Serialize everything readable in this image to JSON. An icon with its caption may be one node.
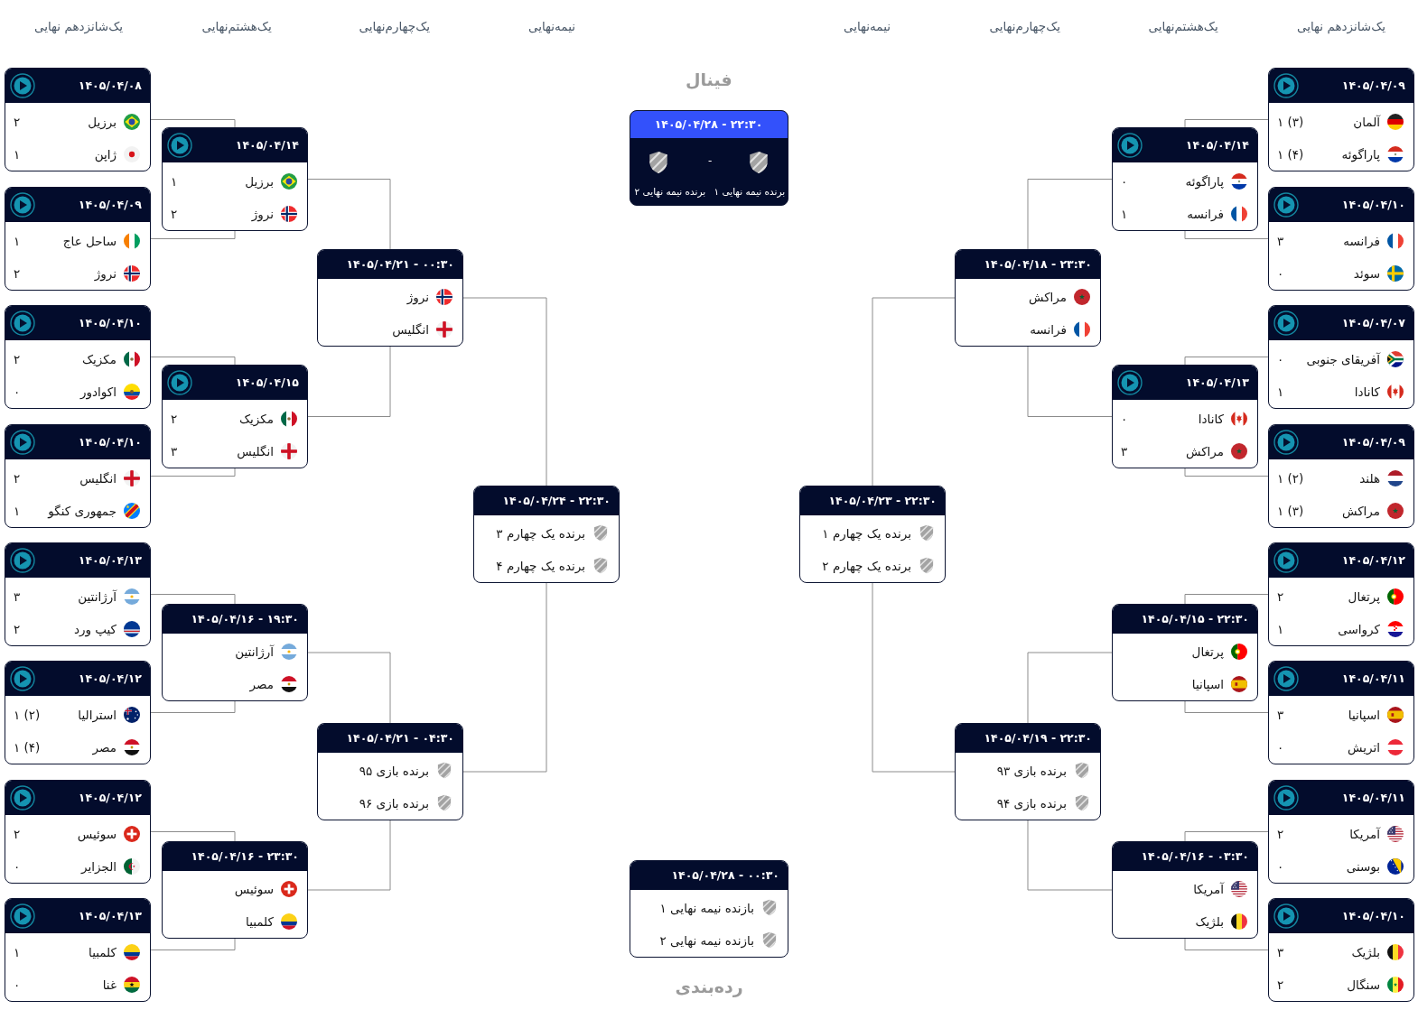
{
  "diagram": {
    "nodes": [
      {
        "text": [
          "۱۴۰۵/۰۴/۰۹",
          "آلمان",
          "۱ (۳)",
          "پاراگوئه",
          "۱ (۴)"
        ]
      },
      {
        "text": [
          "۱۴۰۵/۰۴/۱۰",
          "فرانسه",
          "۳",
          "سوئد",
          "۰"
        ]
      },
      {
        "text": [
          "۱۴۰۵/۰۴/۰۷",
          "آفریقای جنوبی",
          "۰",
          "کانادا",
          "۱"
        ]
      },
      {
        "text": [
          "۱۴۰۵/۰۴/۰۹",
          "هلند",
          "۱ (۲)",
          "مراکش",
          "۱ (۳)"
        ]
      },
      {
        "text": [
          "۱۴۰۵/۰۴/۱۲",
          "پرتغال",
          "۲",
          "کرواسی",
          "۱"
        ]
      },
      {
        "text": [
          "۱۴۰۵/۰۴/۱۱",
          "اسپانیا",
          "۳",
          "اتریش",
          "۰"
        ]
      },
      {
        "text": [
          "۱۴۰۵/۰۴/۱۱",
          "آمریکا",
          "۲",
          "بوسنی",
          "۰"
        ]
      },
      {
        "text": [
          "۱۴۰۵/۰۴/۱۰",
          "بلژیک",
          "۳",
          "سنگال",
          "۲"
        ]
      },
      {
        "text": [
          "۱۴۰۵/۰۴/۱۴",
          "پاراگوئه",
          "۰",
          "فرانسه",
          "۱"
        ]
      },
      {
        "text": [
          "۱۴۰۵/۰۴/۱۳",
          "کانادا",
          "۰",
          "مراکش",
          "۳"
        ]
      },
      {
        "text": [
          "۱۴۰۵/۰۴/۱۵ - ۲۲:۳۰",
          "پرتغال",
          "اسپانیا"
        ]
      },
      {
        "text": [
          "۱۴۰۵/۰۴/۱۶ - ۰۳:۳۰",
          "آمریکا",
          "بلژیک"
        ]
      },
      {
        "text": [
          "۱۴۰۵/۰۴/۱۸ - ۲۳:۳۰",
          "مراکش",
          "فرانسه"
        ]
      },
      {
        "text": [
          "۱۴۰۵/۰۴/۱۹ - ۲۲:۳۰",
          "برنده بازی ۹۳",
          "برنده بازی ۹۴"
        ]
      },
      {
        "text": [
          "۱۴۰۵/۰۴/۲۳ - ۲۲:۳۰",
          "برنده یک چهارم ۱",
          "برنده یک چهارم ۲"
        ]
      },
      {
        "text": [
          "۱۴۰۵/۰۴/۲۸ - ۲۲:۳۰",
          "برنده نیمه نهایی ۱",
          "-",
          "برنده نیمه نهایی ۲"
        ],
        "beside": [
          "فینال"
        ]
      },
      {
        "text": [
          "۱۴۰۵/۰۴/۲۸ - ۰۰:۳۰",
          "بازنده نیمه نهایی ۱",
          "بازنده نیمه نهایی ۲"
        ],
        "beside": [
          "رده‌بندی"
        ]
      },
      {
        "text": [
          "۱۴۰۵/۰۴/۲۴ - ۲۲:۳۰",
          "برنده یک چهارم ۳",
          "برنده یک چهارم ۴"
        ]
      },
      {
        "text": [
          "۱۴۰۵/۰۴/۲۱ - ۰۰:۳۰",
          "نروژ",
          "انگلیس"
        ]
      },
      {
        "text": [
          "۱۴۰۵/۰۴/۲۱ - ۰۴:۳۰",
          "برنده بازی ۹۵",
          "برنده بازی ۹۶"
        ]
      },
      {
        "text": [
          "۱۴۰۵/۰۴/۱۴",
          "برزیل",
          "۱",
          "نروژ",
          "۲"
        ]
      },
      {
        "text": [
          "۱۴۰۵/۰۴/۱۵",
          "مکزیک",
          "۲",
          "انگلیس",
          "۳"
        ]
      },
      {
        "text": [
          "۱۴۰۵/۰۴/۱۶ - ۱۹:۳۰",
          "آرژانتین",
          "مصر"
        ]
      },
      {
        "text": [
          "۱۴۰۵/۰۴/۱۶ - ۲۳:۳۰",
          "سوئیس",
          "کلمبیا"
        ]
      },
      {
        "text": [
          "۱۴۰۵/۰۴/۰۸",
          "برزیل",
          "۲",
          "ژاپن",
          "۱"
        ]
      },
      {
        "text": [
          "۱۴۰۵/۰۴/۰۹",
          "ساحل عاج",
          "۱",
          "نروژ",
          "۲"
        ]
      },
      {
        "text": [
          "۱۴۰۵/۰۴/۱۰",
          "مکزیک",
          "۲",
          "اکوادور",
          "۰"
        ]
      },
      {
        "text": [
          "۱۴۰۵/۰۴/۱۰",
          "انگلیس",
          "۲",
          "جمهوری کنگو",
          "۱"
        ]
      },
      {
        "text": [
          "۱۴۰۵/۰۴/۱۳",
          "آرژانتین",
          "۳",
          "کیپ ورد",
          "۲"
        ]
      },
      {
        "text": [
          "۱۴۰۵/۰۴/۱۲",
          "استرالیا",
          "۱ (۲)",
          "مصر",
          "۱ (۴)"
        ]
      },
      {
        "text": [
          "۱۴۰۵/۰۴/۱۲",
          "سوئیس",
          "۲",
          "الجزایر",
          "۰"
        ]
      },
      {
        "text": [
          "۱۴۰۵/۰۴/۱۳",
          "کلمبیا",
          "۱",
          "غنا",
          "۰"
        ]
      }
    ],
    "edges": [
      {
        "from": 0,
        "to": 8,
        "arrow": "none"
      },
      {
        "from": 1,
        "to": 8,
        "arrow": "none"
      },
      {
        "from": 2,
        "to": 9,
        "arrow": "none"
      },
      {
        "from": 3,
        "to": 9,
        "arrow": "none"
      },
      {
        "from": 4,
        "to": 10,
        "arrow": "none"
      },
      {
        "from": 5,
        "to": 10,
        "arrow": "none"
      },
      {
        "from": 6,
        "to": 11,
        "arrow": "none"
      },
      {
        "from": 7,
        "to": 11,
        "arrow": "none"
      },
      {
        "from": 8,
        "to": 12,
        "arrow": "none"
      },
      {
        "from": 9,
        "to": 12,
        "arrow": "none"
      },
      {
        "from": 10,
        "to": 13,
        "arrow": "none"
      },
      {
        "from": 11,
        "to": 13,
        "arrow": "none"
      },
      {
        "from": 12,
        "to": 14,
        "arrow": "none"
      },
      {
        "from": 13,
        "to": 14,
        "arrow": "none"
      },
      {
        "from": 24,
        "to": 20,
        "arrow": "none"
      },
      {
        "from": 25,
        "to": 20,
        "arrow": "none"
      },
      {
        "from": 26,
        "to": 21,
        "arrow": "none"
      },
      {
        "from": 27,
        "to": 21,
        "arrow": "none"
      },
      {
        "from": 28,
        "to": 22,
        "arrow": "none"
      },
      {
        "from": 29,
        "to": 22,
        "arrow": "none"
      },
      {
        "from": 30,
        "to": 23,
        "arrow": "none"
      },
      {
        "from": 31,
        "to": 23,
        "arrow": "none"
      },
      {
        "from": 20,
        "to": 18,
        "arrow": "none"
      },
      {
        "from": 21,
        "to": 18,
        "arrow": "none"
      },
      {
        "from": 22,
        "to": 19,
        "arrow": "none"
      },
      {
        "from": 23,
        "to": 19,
        "arrow": "none"
      },
      {
        "from": 18,
        "to": 17,
        "arrow": "none"
      },
      {
        "from": 19,
        "to": 17,
        "arrow": "none"
      }
    ],
    "labels": [
      "یک‌شانزدهم نهایی",
      "یک‌هشتم‌نهایی",
      "یک‌چهارم‌نهایی",
      "نیمه‌نهایی",
      "نیمه‌نهایی",
      "یک‌چهارم‌نهایی",
      "یک‌هشتم‌نهایی",
      "یک‌شانزدهم نهایی"
    ]
  }
}
